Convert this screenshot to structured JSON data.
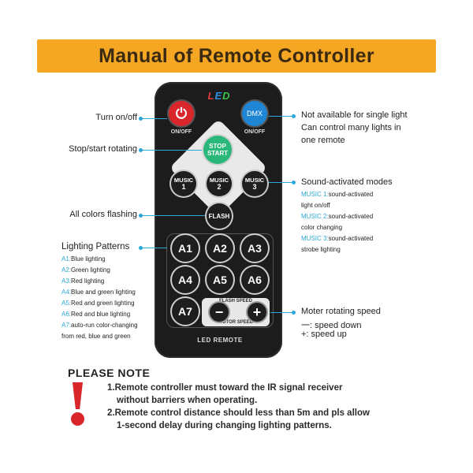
{
  "banner": {
    "title": "Manual of Remote Controller"
  },
  "remote": {
    "logo": [
      "L",
      "E",
      "D"
    ],
    "power": {
      "symbol": "⏻",
      "sub": "ON/OFF"
    },
    "dmx": {
      "label": "DMX",
      "sub": "ON/OFF"
    },
    "stop": {
      "line1": "STOP",
      "line2": "START"
    },
    "music": [
      {
        "line1": "MUSIC",
        "line2": "1"
      },
      {
        "line1": "MUSIC",
        "line2": "2"
      },
      {
        "line1": "MUSIC",
        "line2": "3"
      }
    ],
    "flash": "FLASH",
    "patterns": [
      "A1",
      "A2",
      "A3",
      "A4",
      "A5",
      "A6",
      "A7"
    ],
    "speed": {
      "top": "FLASH SPEED",
      "bottom": "MOTOR SPEED",
      "minus": "−",
      "plus": "+"
    },
    "brand": "LED REMOTE"
  },
  "callouts": {
    "turn_onoff": "Turn on/off",
    "stop_start": "Stop/start rotating",
    "all_colors": "All colors flashing",
    "lighting_patterns": {
      "title": "Lighting  Patterns",
      "items": [
        {
          "key": "A1:",
          "text": "Blue lighting"
        },
        {
          "key": "A2:",
          "text": "Green lighting"
        },
        {
          "key": "A3:",
          "text": "Red lighting"
        },
        {
          "key": "A4:",
          "text": "Blue and green lighting"
        },
        {
          "key": "A5:",
          "text": "Red and green lighting"
        },
        {
          "key": "A6:",
          "text": "Red and blue lighting"
        },
        {
          "key": "A7:",
          "text": "auto-run color-changing"
        }
      ],
      "extra": "from red, blue and green"
    },
    "dmx_note": {
      "line1": "Not available for single light",
      "line2": "Can control many lights in",
      "line3": "one remote"
    },
    "sound_modes": {
      "title": "Sound-activated modes",
      "items": [
        {
          "key": "MUSIC 1:",
          "text": "sound-activated",
          "text2": "light on/off"
        },
        {
          "key": "MUSIC 2:",
          "text": "sound-activated",
          "text2": "color changing"
        },
        {
          "key": "MUSIC 3:",
          "text": "sound-activated",
          "text2": "strobe lighting"
        }
      ]
    },
    "motor": {
      "title": "Moter rotating speed",
      "minus": "一:  speed down",
      "plus": "+:  speed up"
    }
  },
  "note": {
    "title": "PLEASE NOTE",
    "item1_line1": "1.Remote controller must toward the IR signal receiver",
    "item1_line2": "without barriers when operating.",
    "item2_line1": "2.Remote control distance should less than 5m and pls allow",
    "item2_line2": "1-second delay during changing lighting patterns."
  },
  "colors": {
    "banner": "#f5a623",
    "accent": "#2aa8d8",
    "power": "#d9262a",
    "dmx": "#1f86d6",
    "stop": "#2ab87a"
  }
}
